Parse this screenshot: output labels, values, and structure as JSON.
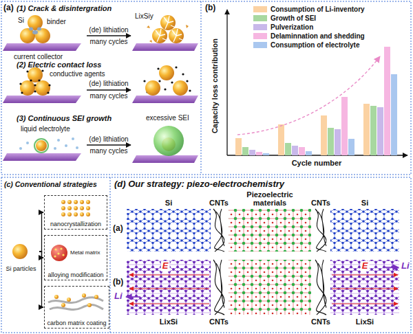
{
  "diagram": {
    "nodes": [
      {
        "text": [
          "Si particles"
        ]
      },
      {
        "text": [
          "nanocrystallization"
        ]
      },
      {
        "text": [
          "alloying modification"
        ]
      },
      {
        "text": [
          "carbon matrix coating"
        ]
      }
    ],
    "edges": [
      {
        "from": 0,
        "to": 1,
        "arrow": "to"
      },
      {
        "from": 0,
        "to": 2,
        "arrow": "to"
      },
      {
        "from": 0,
        "to": 3,
        "arrow": "to"
      }
    ],
    "labels": [
      "(a)",
      "(1) Crack & disintergration",
      "Si",
      "binder",
      "(de) lithiation",
      "many cycles",
      "LixSiy",
      "current collector",
      "(2) Electric contact loss",
      "conductive agents",
      "(de) lithiation",
      "many cycles",
      "(3) Continuous SEI growth",
      "liquid electrolyte",
      "(de) lithiation",
      "many cycles",
      "excessive SEI",
      "(b)",
      "Capacity loss contribution",
      "Cycle number",
      "(c) Conventional strategies",
      "Metal matrix",
      "(d) Our strategy: piezo-electrochemistry",
      "(a)",
      "Si",
      "CNTs",
      "Piezoelectric materials",
      "CNTs",
      "Si",
      "(b)",
      "E",
      "E",
      "Li",
      "Li",
      "LixSi",
      "CNTs",
      "CNTs",
      "LixSi"
    ],
    "legend": [
      {
        "text": "Consumption of Li-inventory",
        "color": "#fbd2a3"
      },
      {
        "text": "Growth of SEI",
        "color": "#a8d8a0"
      },
      {
        "text": "Pulverization",
        "color": "#c8b8ea"
      },
      {
        "text": "Delaminnation and shedding",
        "color": "#f6b6e1"
      },
      {
        "text": "Consumption of electrolyte",
        "color": "#a9c7ef"
      }
    ]
  }
}
